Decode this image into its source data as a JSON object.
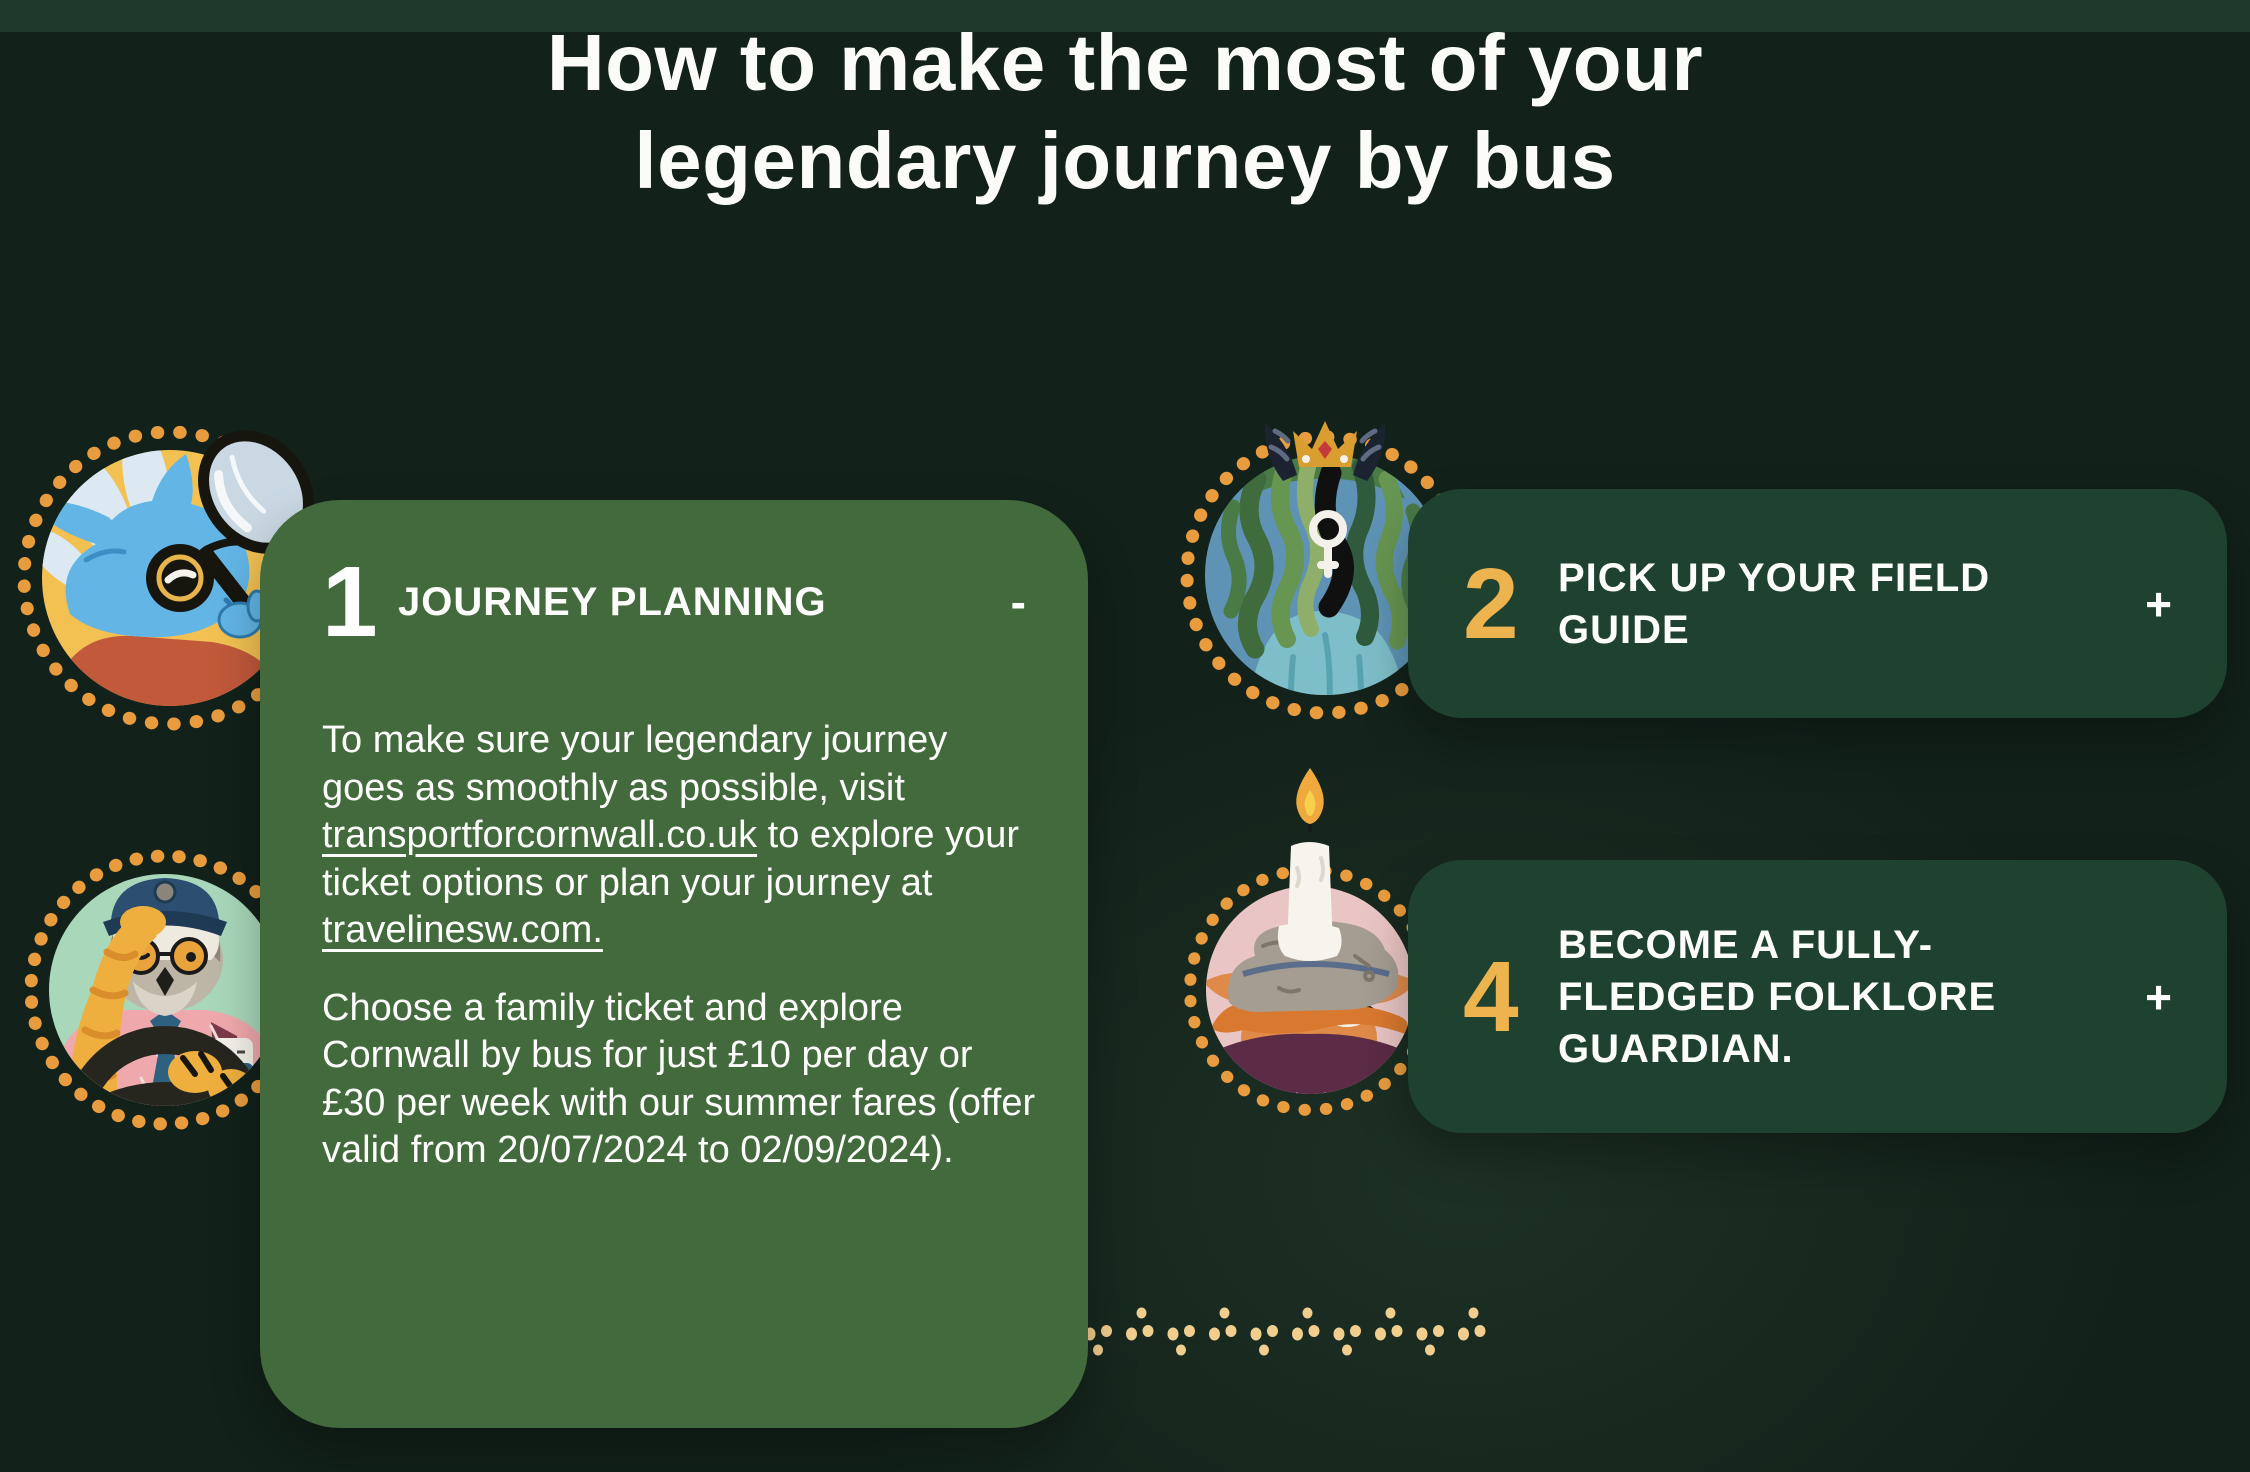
{
  "page": {
    "title": "How to make the most of your legendary journey by bus"
  },
  "colors": {
    "background": "#12211A",
    "top_strip": "#1D3B2B",
    "card_open": "#426A3D",
    "card_closed": "#1E4130",
    "accent_number": "#ECB34E",
    "ring_orange": "#E89C3E",
    "trail_dots": "#F2CE8E",
    "text": "#FFFFFF"
  },
  "accordion": [
    {
      "id": "journey-planning",
      "number": "1",
      "title": "JOURNEY PLANNING",
      "toggle_icon": "-",
      "expanded": true,
      "body": {
        "p1_before": "To make sure your legendary journey goes as smoothly as possible, visit ",
        "link1": "transportforcornwall.co.uk",
        "p1_between": " to explore your ticket options or plan your journey at ",
        "link2": "travelinesw.com.",
        "p2": "Choose a family ticket and explore Cornwall by bus for just £10 per day or £30 per week with our summer fares (offer valid from 20/07/2024 to 02/09/2024)."
      }
    },
    {
      "id": "field-guide",
      "number": "2",
      "title": "PICK UP YOUR FIELD GUIDE",
      "toggle_icon": "+",
      "expanded": false
    },
    {
      "id": "folklore-guardian",
      "number": "4",
      "title": "BECOME A FULLY-FLEDGED FOLKLORE GUARDIAN.",
      "toggle_icon": "+",
      "expanded": false
    }
  ],
  "badges": [
    {
      "icon": "pixie-detective-with-magnifying-glass"
    },
    {
      "icon": "owl-bus-driver-at-steering-wheel"
    },
    {
      "icon": "seaweed-king-with-crown-and-key"
    },
    {
      "icon": "knocker-gnome-with-candle-hat"
    }
  ]
}
